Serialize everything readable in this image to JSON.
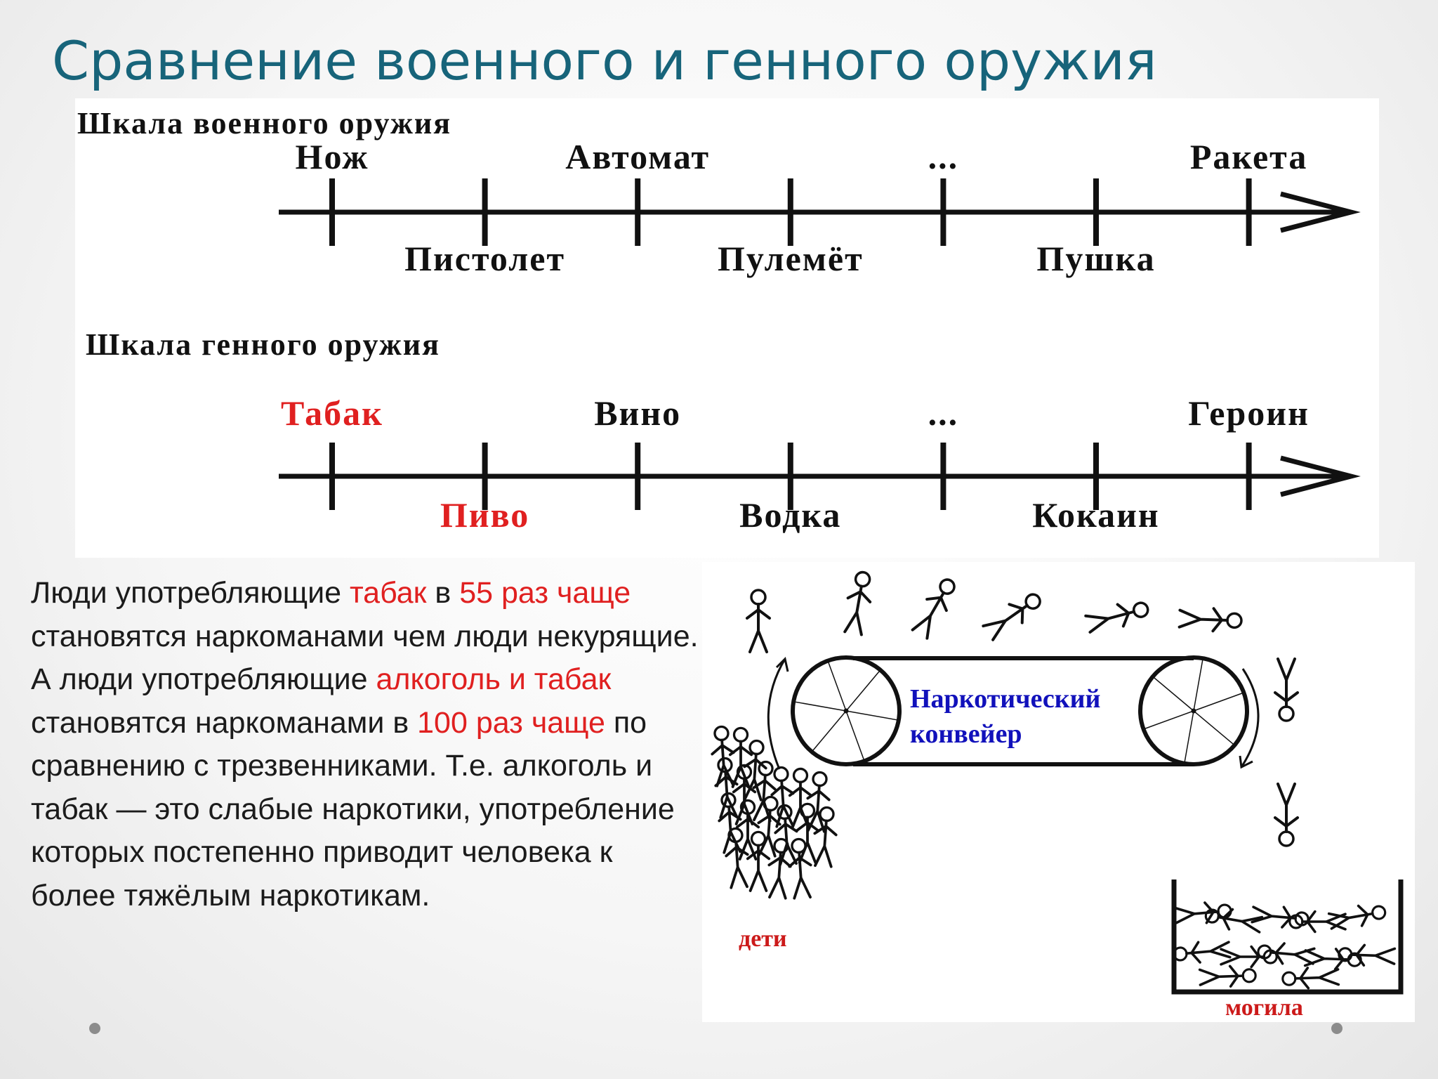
{
  "title": "Сравнение военного и генного оружия",
  "colors": {
    "title": "#17647a",
    "highlight": "#e02020",
    "conveyor": "#1111bb",
    "ink": "#111111"
  },
  "military_scale": {
    "heading": "Шкала военного оружия",
    "items": [
      {
        "label": "Нож",
        "position": "top",
        "color": "#111111"
      },
      {
        "label": "Пистолет",
        "position": "bottom",
        "color": "#111111"
      },
      {
        "label": "Автомат",
        "position": "top",
        "color": "#111111"
      },
      {
        "label": "Пулемёт",
        "position": "bottom",
        "color": "#111111"
      },
      {
        "label": "...",
        "position": "top",
        "color": "#111111"
      },
      {
        "label": "Пушка",
        "position": "bottom",
        "color": "#111111"
      },
      {
        "label": "Ракета",
        "position": "top",
        "color": "#111111"
      }
    ]
  },
  "gene_scale": {
    "heading": "Шкала генного оружия",
    "items": [
      {
        "label": "Табак",
        "position": "top",
        "color": "#e02020"
      },
      {
        "label": "Пиво",
        "position": "bottom",
        "color": "#e02020"
      },
      {
        "label": "Вино",
        "position": "top",
        "color": "#111111"
      },
      {
        "label": "Водка",
        "position": "bottom",
        "color": "#111111"
      },
      {
        "label": "...",
        "position": "top",
        "color": "#111111"
      },
      {
        "label": "Кокаин",
        "position": "bottom",
        "color": "#111111"
      },
      {
        "label": "Героин",
        "position": "top",
        "color": "#111111"
      }
    ]
  },
  "body_text": [
    {
      "text": "Люди употребляющие ",
      "highlight": false
    },
    {
      "text": "табак",
      "highlight": true
    },
    {
      "text": " в ",
      "highlight": false
    },
    {
      "text": "55 раз чаще",
      "highlight": true
    },
    {
      "text": " становятся наркоманами чем люди некурящие. А люди употребляющие ",
      "highlight": false
    },
    {
      "text": "алкоголь и табак",
      "highlight": true
    },
    {
      "text": " становятся наркоманами в ",
      "highlight": false
    },
    {
      "text": "100 раз чаще",
      "highlight": true
    },
    {
      "text": " по сравнению с трезвенниками. Т.е. алкоголь и табак — это слабые наркотики, употребление которых постепенно приводит человека к более тяжёлым наркотикам.",
      "highlight": false
    }
  ],
  "conveyor": {
    "label_line1": "Наркотический",
    "label_line2": "конвейер",
    "children_label": "дети",
    "grave_label": "могила"
  }
}
